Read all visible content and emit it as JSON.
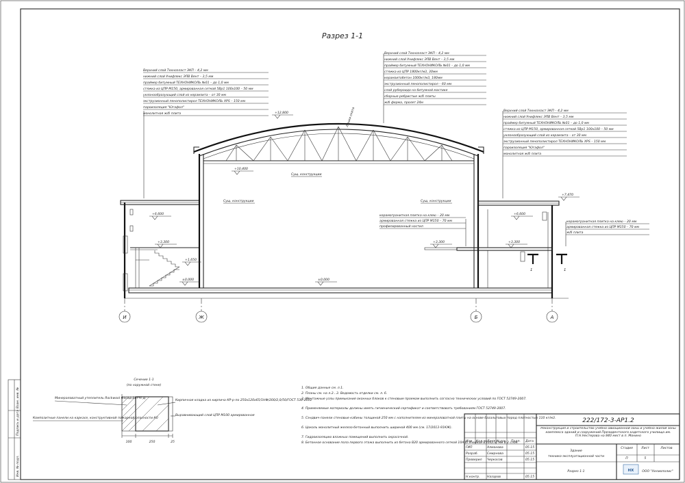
{
  "title": "Разрез 1-1",
  "levels": {
    "roof_top": "+12,800",
    "truss_bottom": "+10,400",
    "right_roof": "+7,470",
    "left_upper": "+6,600",
    "right_upper": "+6,600",
    "left_mid": "+3,300",
    "center_mid": "+3,300",
    "right_mid": "+3,300",
    "stair_landing": "+1,650",
    "floor_left": "±0,000",
    "floor_center": "±0,000"
  },
  "labels": {
    "roof_line": "Линия ската",
    "struct_center": "Сущ. конструкции",
    "struct_left": "Сущ. конструкции",
    "struct_right": "Сущ. конструкции",
    "cut_mark_1": "1",
    "cut_mark_2": "1"
  },
  "axes": [
    "И",
    "Ж",
    "Б",
    "А"
  ],
  "callouts": {
    "left_roof": [
      "Верхний слой Техноэласт ЭКП – 4,2 мм",
      "нижний слой Унифлекс ЭПВ Вент – 3,5 мм",
      "праймер битумный ТЕХНОНИКОЛЬ №01 – до 1,0 мм",
      "стяжка из ЦПР М150, армированная сеткой 5Вр1 100х100 – 50 мм",
      "уклонообразующий слой из керамзита – от 30 мм",
      "экструзионный пенополистирол ТЕХНОНИКОЛЬ XPS – 150 мм",
      "пароизоляция \"Югафол\"",
      "монолитная ж/б плита"
    ],
    "center_roof": [
      "Верхний слой Техноэласт ЭКП – 4,2 мм",
      "нижний слой Унифлекс ЭПВ Вент – 3,5 мм",
      "праймер битумный ТЕХНОНИКОЛЬ №01 – до 1,0 мм",
      "стяжка из ЦПР 1800кг/м3, 30мм",
      "керамзитобетон 1000кг/м3, 180мм",
      "экструзионный пенополистирол – 60 мм",
      "слой рубероида на битумной мастике",
      "сборные ребристые ж/б плиты",
      "ж/б ферма, пролет 24м"
    ],
    "right_roof": [
      "Верхний слой Техноэласт ЭКП – 4,2 мм",
      "нижний слой Унифлекс ЭПВ Вент – 3,5 мм",
      "праймер битумный ТЕХНОНИКОЛЬ №01 – до 1,0 мм",
      "стяжка из ЦПР М150, армированная сеткой 5Вр1 100х100 – 50 мм",
      "уклонообразующий слой из керамзита – от 30 мм",
      "экструзионный пенополистирол ТЕХНОНИКОЛЬ XPS – 150 мм",
      "пароизоляция \"Югафол\"",
      "монолитная ж/б плита"
    ],
    "center_floor": [
      "керамогранитная плитка на клею – 20 мм",
      "армированная стяжка из ЦПР М150 – 70 мм",
      "профилированный настил"
    ],
    "right_floor": [
      "керамогранитная плитка на клею – 20 мм",
      "армированная стяжка из ЦПР М150 – 70 мм",
      "ж/б плита"
    ]
  },
  "section_detail": {
    "title": "Сечение 1-1",
    "subtitle": "(по наружной стене)",
    "left_labels": [
      "Минераловатный утеплитель Rockwool Фасад Баттс Д",
      "Композитные панели на каркасе, конструктивной пожарной опасности К0"
    ],
    "right_labels": [
      "Кирпичная кладка из кирпича КР-р-по 250х120х65/1НФ/200/2,0/50/ГОСТ 530-2012",
      "Выравнивающий слой ЦПР М100 армированная"
    ],
    "dims": [
      "100",
      "250",
      "25"
    ]
  },
  "notes": [
    "1. Общие данные см. л.1.",
    "2. Планы см. на л.2...3. Ведомость отделки см. л. 6.",
    "3. Монтажные узлы примыкания оконных блоков к стеновым проемам выполнить согласно технических условий по ГОСТ 52749-2007.",
    "4. Применяемые материалы должны иметь гигиенический сертификат и соответствовать требованиям ГОСТ 52749-2007.",
    "5. Сэндвич-панели стеновые кабины толщиной 250 мм с наполнителем из минераловатной плиты на основе базальтовых пород плотностью 110 кг/м3.",
    "6. Цоколь монолитный железо-бетонный выполнить шириной 400 мм (см. 17/2013-91КЖ).",
    "7. Гидроизоляцию влажных помещений выполнить окрасочной.",
    "8. Бетонное основание пола первого этажа выполнить из бетона В20 армированного сеткой 10А III ячейкой 250х250 мм в 2 слоя."
  ],
  "side_stamp": [
    "Взам. инв. №",
    "Подпись и дата",
    "Инв. № подл."
  ],
  "stamp": {
    "code": "222/172-3-АР1.2",
    "description": "Реконструкция и строительство учебно-авиационной зоны и учебно-жилой зоны комплекса зданий и сооружений Президентского кадетского училища им. П.Н.Нестерова на 840 мест в п. Монино",
    "building": "Здание",
    "building_sub": "технико-эксплуатационной части",
    "sheet_name": "Разрез 1-1",
    "stage_header": "Стадия",
    "sheet_header": "Лист",
    "sheets_header": "Листов",
    "stage": "П",
    "sheet": "5",
    "sheets": "",
    "company": "ООО \"Хелиополис\"",
    "logo_text": "НХ",
    "headers": [
      "Изм",
      "Кол.уч",
      "Лист",
      "№док.",
      "Подп.",
      "Дата"
    ],
    "rows": [
      {
        "role": "ГИП",
        "name": "Алманова",
        "date": "05.15"
      },
      {
        "role": "Разраб.",
        "name": "Смирнова",
        "date": "05.15"
      },
      {
        "role": "Проверил",
        "name": "Черкасов",
        "date": "05.15"
      },
      {
        "role": "",
        "name": "",
        "date": ""
      },
      {
        "role": "Н.контр.",
        "name": "Назаров",
        "date": "05.15"
      }
    ]
  }
}
